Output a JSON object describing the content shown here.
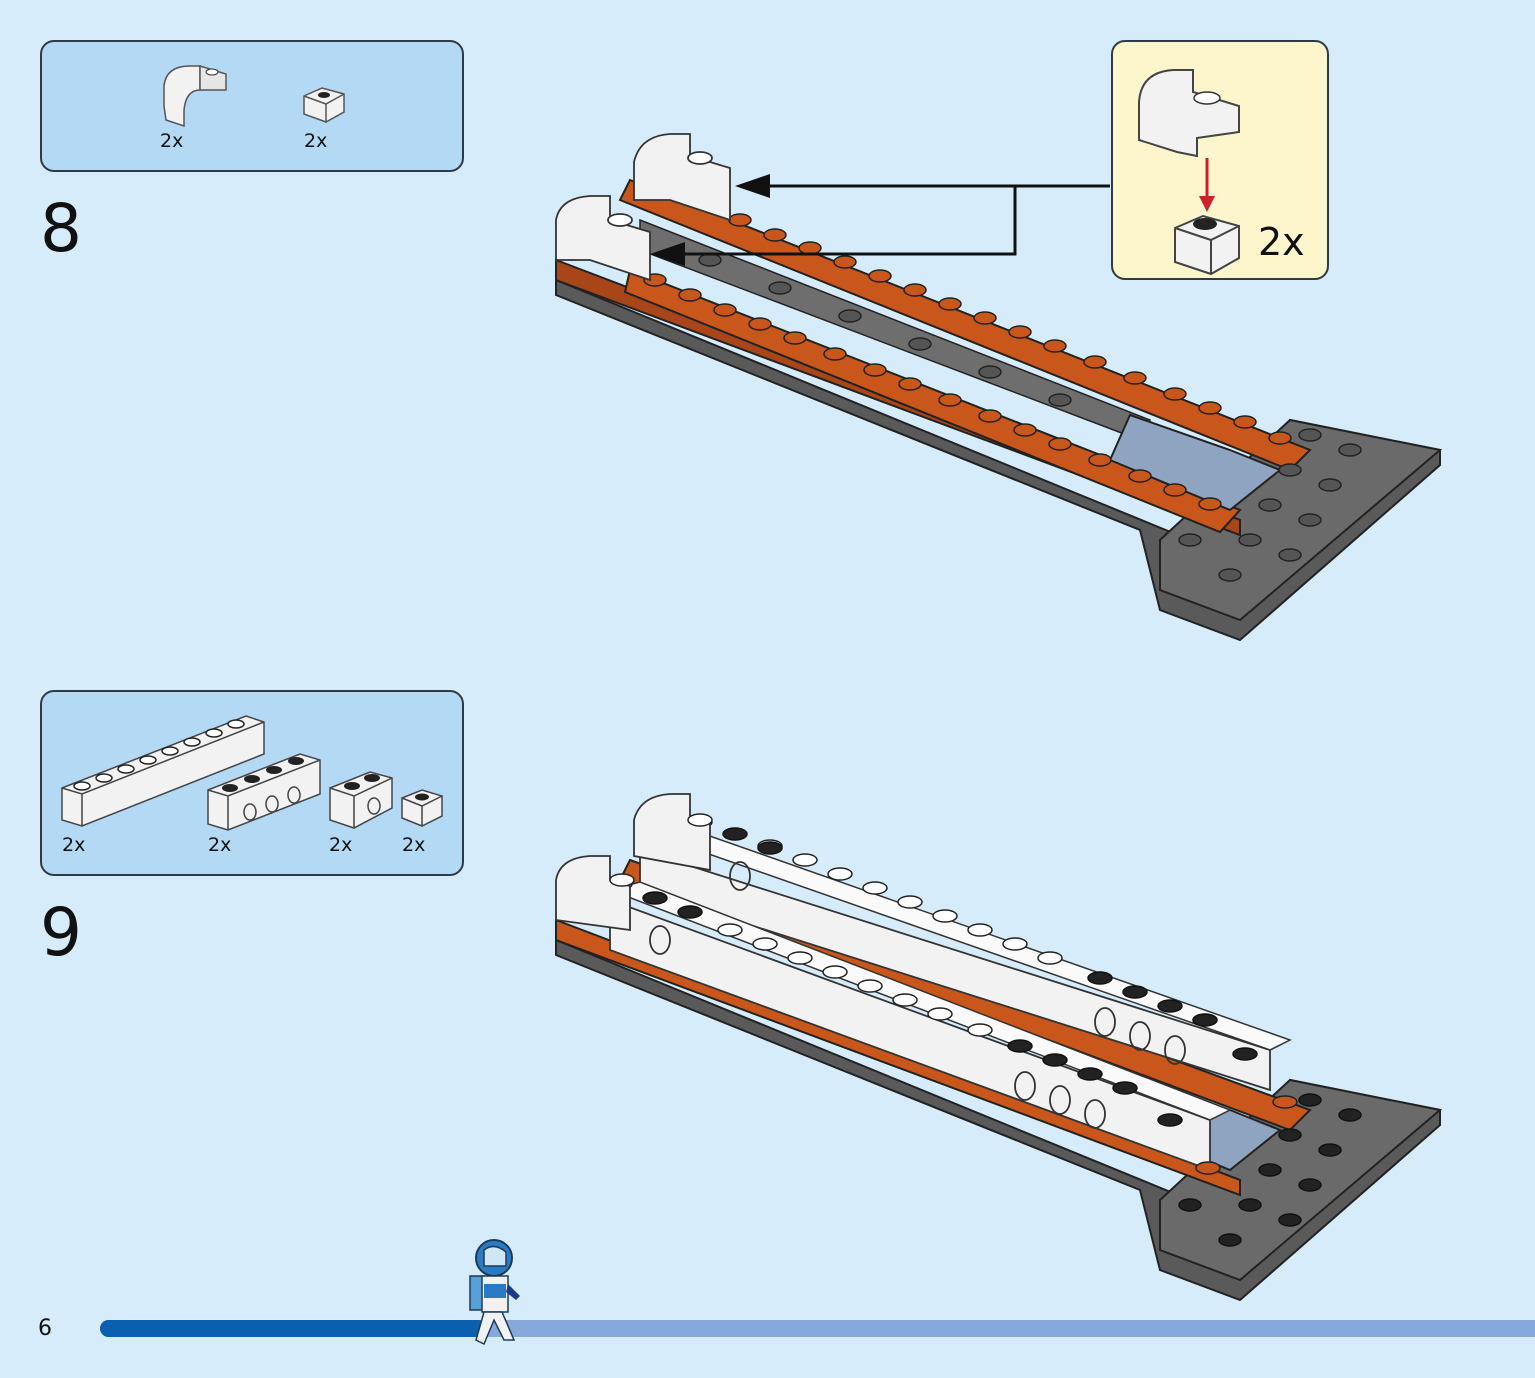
{
  "page": {
    "number": "6",
    "progress_fraction": 0.27
  },
  "steps": [
    {
      "number": "8",
      "parts": [
        {
          "name": "white curved slope 1x2 with stud",
          "qty": "2x"
        },
        {
          "name": "white brick 1x1",
          "qty": "2x"
        }
      ],
      "callout": {
        "qty": "2x"
      }
    },
    {
      "number": "9",
      "parts": [
        {
          "name": "white brick 1x8",
          "qty": "2x"
        },
        {
          "name": "white technic brick 1x4 with holes",
          "qty": "2x"
        },
        {
          "name": "white technic brick 1x2 with hole",
          "qty": "2x"
        },
        {
          "name": "white brick 1x1",
          "qty": "2x"
        }
      ]
    }
  ],
  "colors": {
    "background": "#d6ecfb",
    "parts_box": "#b3d9f5",
    "callout_box": "#fdf5cc",
    "orange": "#c9561a",
    "dark_gray": "#5a5a5a",
    "white_brick": "#f2f2f2",
    "tile_blue": "#8ea4c0",
    "progress_done": "#0a60ae",
    "progress_remaining": "#86a8da",
    "arrow_red": "#d0202a"
  }
}
